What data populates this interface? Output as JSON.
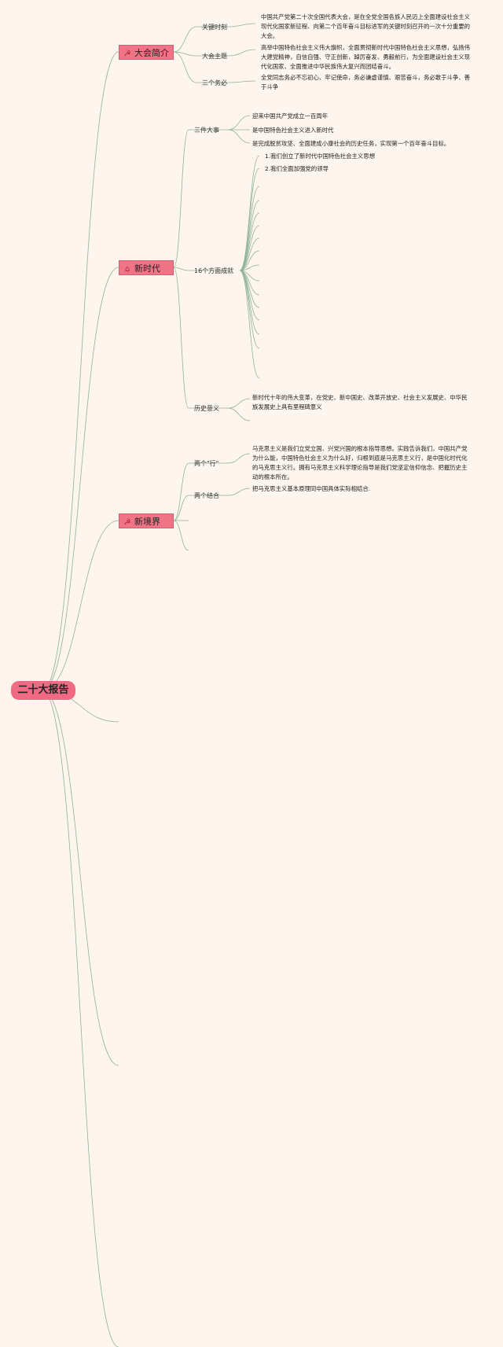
{
  "root": {
    "label": "二十大报告"
  },
  "branches": [
    {
      "label": "大会简介",
      "icon": "hammer-sickle-icon",
      "glyph": "☭",
      "subs": [
        {
          "label": "关键时刻",
          "leaves": [
            "中国共产党第二十次全国代表大会，是在全党全国各族人民迈上全面建设社会主义现代化国家新征程、向第二个百年奋斗目标进军的关键时刻召开的一次十分重要的大会。"
          ]
        },
        {
          "label": "大会主题",
          "leaves": [
            "高举中国特色社会主义伟大旗帜，全面贯彻新时代中国特色社会主义思想，弘扬伟大建党精神，自信自强、守正创新，踔厉奋发、勇毅前行，为全面建设社会主义现代化国家、全面推进中华民族伟大复兴而团结奋斗。"
          ]
        },
        {
          "label": "三个务必",
          "leaves": [
            "全党同志务必不忘初心、牢记使命，务必谦虚谨慎、艰苦奋斗，务必敢于斗争、善于斗争"
          ]
        }
      ]
    },
    {
      "label": "新时代",
      "icon": "home-icon",
      "glyph": "⌂",
      "subs": [
        {
          "label": "三件大事",
          "leaves": [
            "迎来中国共产党成立一百周年",
            "是中国特色社会主义进入新时代",
            "是完成脱贫攻坚、全面建成小康社会的历史任务，实现第一个百年奋斗目标。"
          ]
        },
        {
          "label": "16个方面成就",
          "leaves": [
            "1.我们创立了新时代中国特色社会主义思想",
            "2.我们全面加强党的领导"
          ]
        },
        {
          "label": "历史意义",
          "leaves": [
            "新时代十年的伟大变革，在党史、新中国史、改革开放史、社会主义发展史、中华民族发展史上具有里程碑意义"
          ]
        }
      ]
    },
    {
      "label": "新境界",
      "icon": "hammer-sickle-icon",
      "glyph": "☭",
      "subs": [
        {
          "label": "两个\"行\"",
          "leaves": [
            "马克思主义是我们立党立国、兴党兴国的根本指导思想。实践告诉我们，中国共产党为什么能，中国特色社会主义为什么好，归根到底是马克思主义行，是中国化时代化的马克思主义行。拥有马克思主义科学理论指导是我们党坚定信仰信念、把握历史主动的根本所在。"
          ]
        },
        {
          "label": "两个结合",
          "leaves": [
            "把马克思主义基本原理同中国具体实际相结合."
          ]
        }
      ]
    }
  ],
  "colors": {
    "line": "#8fb39a",
    "branch_fill": "#ef7486",
    "root_fill": "#f06a84",
    "background": "#fef5ef"
  }
}
